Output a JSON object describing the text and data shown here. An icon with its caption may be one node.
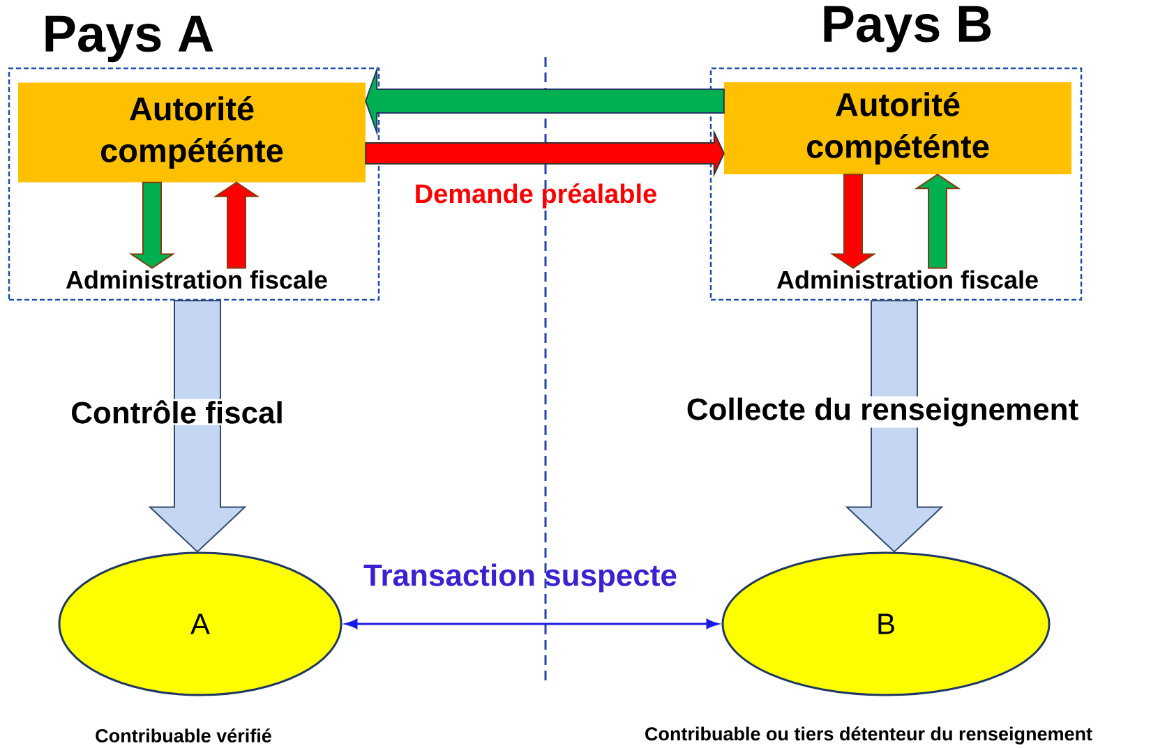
{
  "diagram": {
    "nodes": [
      {
        "text": [
          "Pays A"
        ]
      },
      {
        "text": [
          "Autorité compéténte"
        ],
        "in": 0
      },
      {
        "text": [
          "Administration fiscale"
        ],
        "in": 0
      },
      {
        "text": [
          "Pays B"
        ]
      },
      {
        "text": [
          "Autorité compéténte"
        ],
        "in": 3
      },
      {
        "text": [
          "Administration fiscale"
        ],
        "in": 3
      },
      {
        "text": [
          "A"
        ],
        "beside": [
          "Contribuable vérifié"
        ]
      },
      {
        "text": [
          "B"
        ],
        "beside": [
          "Contribuable ou tiers détenteur du renseignement"
        ]
      }
    ],
    "edges": [
      {
        "from": 4,
        "to": 1,
        "arrow": "to",
        "style": "thick",
        "color": "#00b050"
      },
      {
        "from": 1,
        "to": 4,
        "arrow": "to",
        "style": "thick",
        "color": "#ff0000",
        "label": "Demande préalable"
      },
      {
        "from": 1,
        "to": 2,
        "arrow": "to",
        "style": "thick",
        "color": "#00b050"
      },
      {
        "from": 2,
        "to": 1,
        "arrow": "to",
        "style": "thick",
        "color": "#ff0000"
      },
      {
        "from": 4,
        "to": 5,
        "arrow": "to",
        "style": "thick",
        "color": "#ff0000"
      },
      {
        "from": 5,
        "to": 4,
        "arrow": "to",
        "style": "thick",
        "color": "#00b050"
      },
      {
        "from": 0,
        "to": 6,
        "arrow": "to",
        "style": "thick",
        "color": "#c5d6f2",
        "label": "Contrôle fiscal"
      },
      {
        "from": 3,
        "to": 7,
        "arrow": "to",
        "style": "thick",
        "color": "#c5d6f2",
        "label": "Collecte du renseignement"
      },
      {
        "from": 6,
        "to": 7,
        "arrow": "both",
        "color": "#1a1ae6",
        "label": "Transaction suspecte"
      }
    ]
  }
}
